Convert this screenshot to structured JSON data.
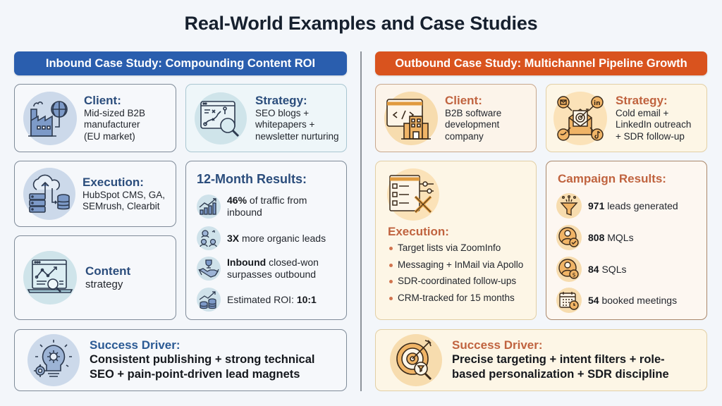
{
  "title": "Real-World Examples and Case Studies",
  "colors": {
    "inbound_accent": "#2a5eae",
    "outbound_accent": "#d9531e",
    "inbound_heading": "#2b4d7c",
    "outbound_heading": "#c0633f"
  },
  "inbound": {
    "banner": "Inbound Case Study: Compounding Content ROI",
    "client": {
      "icon": "factory-globe-icon",
      "heading": "Client:",
      "lines": [
        "Mid-sized B2B",
        "manufacturer",
        "(EU market)"
      ]
    },
    "strategy": {
      "icon": "strategy-magnifier-icon",
      "heading": "Strategy:",
      "lines": [
        "SEO blogs +",
        "whitepapers +",
        "newsletter nurturing"
      ]
    },
    "execution": {
      "icon": "cloud-server-database-icon",
      "heading": "Execution:",
      "lines": [
        "HubSpot CMS, GA,",
        "SEMrush, Clearbit"
      ]
    },
    "content": {
      "icon": "laptop-analytics-icon",
      "heading": "Content",
      "lines": [
        "strategy"
      ]
    },
    "results": {
      "heading": "12-Month Results:",
      "items": [
        {
          "icon": "growth-chart-icon",
          "bold": "46%",
          "text": " of traffic from",
          "text2": "inbound"
        },
        {
          "icon": "people-network-icon",
          "bold": "3X",
          "text": " more organic leads",
          "text2": ""
        },
        {
          "icon": "trophy-handshake-icon",
          "bold": "Inbound",
          "text": " closed-won",
          "text2": "surpasses outbound"
        },
        {
          "icon": "coins-growth-icon",
          "pre": "Estimated ROI: ",
          "bold": "10:1"
        }
      ]
    },
    "driver": {
      "icon": "lightbulb-gear-icon",
      "heading": "Success Driver:",
      "lines": [
        "Consistent publishing + strong technical",
        "SEO + pain-point-driven lead magnets"
      ]
    }
  },
  "outbound": {
    "banner": "Outbound Case Study: Multichannel Pipeline Growth",
    "client": {
      "icon": "code-window-building-icon",
      "heading": "Client:",
      "lines": [
        "B2B software",
        "development",
        "company"
      ]
    },
    "strategy": {
      "icon": "email-target-social-icon",
      "heading": "Strategy:",
      "lines": [
        "Cold email +",
        "LinkedIn outreach",
        "+ SDR follow-up"
      ]
    },
    "execution": {
      "icon": "list-tools-icon",
      "heading": "Execution:",
      "bullets": [
        "Target lists via ZoomInfo",
        "Messaging + InMail via Apollo",
        "SDR-coordinated follow-ups",
        "CRM-tracked for 15 months"
      ]
    },
    "results": {
      "heading": "Campaign Results:",
      "items": [
        {
          "icon": "funnel-icon",
          "bold": "971",
          "text": " leads generated"
        },
        {
          "icon": "user-check-icon",
          "bold": "808",
          "text": " MQLs"
        },
        {
          "icon": "user-dollar-icon",
          "bold": "84",
          "text": " SQLs"
        },
        {
          "icon": "calendar-clock-icon",
          "bold": "54",
          "text": " booked meetings"
        }
      ]
    },
    "driver": {
      "icon": "target-arrow-filter-icon",
      "heading": "Success Driver:",
      "lines": [
        "Precise targeting + intent filters + role-",
        "based personalization + SDR discipline"
      ]
    }
  }
}
